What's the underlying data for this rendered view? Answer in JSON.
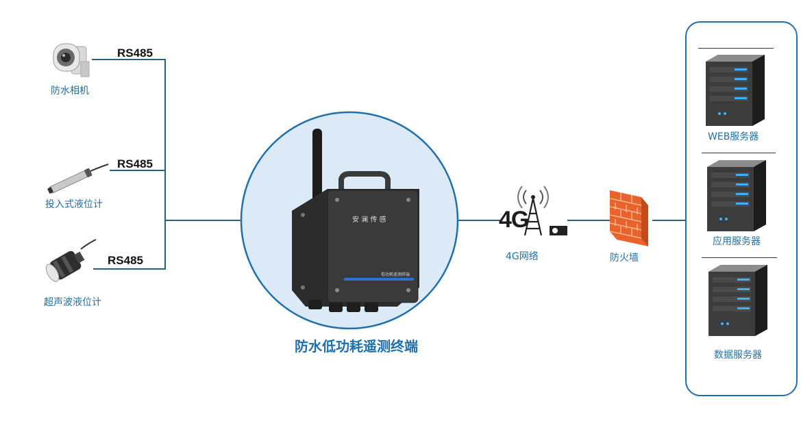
{
  "devices": [
    {
      "label": "防水相机",
      "protocol": "RS485",
      "icon": "camera-icon"
    },
    {
      "label": "投入式液位计",
      "protocol": "RS485",
      "icon": "submersible-level-sensor-icon"
    },
    {
      "label": "超声波液位计",
      "protocol": "RS485",
      "icon": "ultrasonic-level-sensor-icon"
    }
  ],
  "terminal": {
    "title": "防水低功耗遥测终端",
    "box_brand": "安 澜 传 感",
    "box_label": "低功耗遥测终端"
  },
  "network": {
    "label": "4G网络",
    "icon_text": "4G",
    "icon": "4g-tower-icon"
  },
  "firewall": {
    "label": "防火墙",
    "icon": "brick-wall-icon"
  },
  "servers": [
    {
      "label": "WEB服务器",
      "icon": "server-rack-icon"
    },
    {
      "label": "应用服务器",
      "icon": "server-rack-icon"
    },
    {
      "label": "数据服务器",
      "icon": "server-rack-icon"
    }
  ],
  "colors": {
    "line": "#2a5f86",
    "accent": "#1d6fb0",
    "circle_fill": "#dce9f6",
    "firewall": "#e8622a"
  }
}
